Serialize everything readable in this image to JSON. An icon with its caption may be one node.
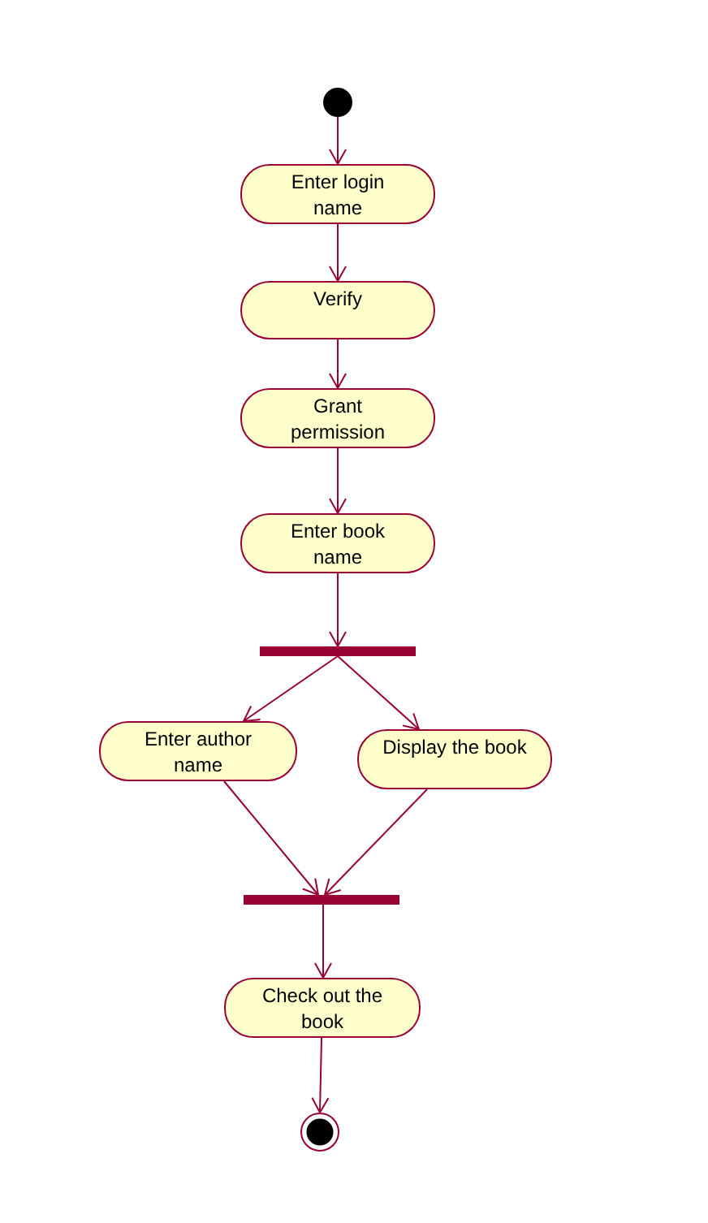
{
  "diagram": {
    "nodes": [
      {
        "text": [],
        "shape": "circle"
      },
      {
        "text": [
          "Enter login name"
        ]
      },
      {
        "text": [
          "Verify"
        ]
      },
      {
        "text": [
          "Grant permission"
        ]
      },
      {
        "text": [
          "Enter book name"
        ]
      },
      {
        "text": [],
        "shape": "bar"
      },
      {
        "text": [
          "Enter author name"
        ]
      },
      {
        "text": [
          "Display the book"
        ]
      },
      {
        "text": [],
        "shape": "bar"
      },
      {
        "text": [
          "Check out the book"
        ]
      },
      {
        "text": [],
        "shape": "bullseye"
      }
    ],
    "edges": [
      {
        "from": 0,
        "to": 1,
        "arrow": "to"
      },
      {
        "from": 1,
        "to": 2,
        "arrow": "to"
      },
      {
        "from": 2,
        "to": 3,
        "arrow": "to"
      },
      {
        "from": 3,
        "to": 4,
        "arrow": "to"
      },
      {
        "from": 4,
        "to": 5,
        "arrow": "to"
      },
      {
        "from": 5,
        "to": 6,
        "arrow": "to"
      },
      {
        "from": 5,
        "to": 7,
        "arrow": "to"
      },
      {
        "from": 6,
        "to": 8,
        "arrow": "to"
      },
      {
        "from": 7,
        "to": 8,
        "arrow": "to"
      },
      {
        "from": 8,
        "to": 9,
        "arrow": "to"
      },
      {
        "from": 9,
        "to": 10,
        "arrow": "to"
      }
    ]
  }
}
